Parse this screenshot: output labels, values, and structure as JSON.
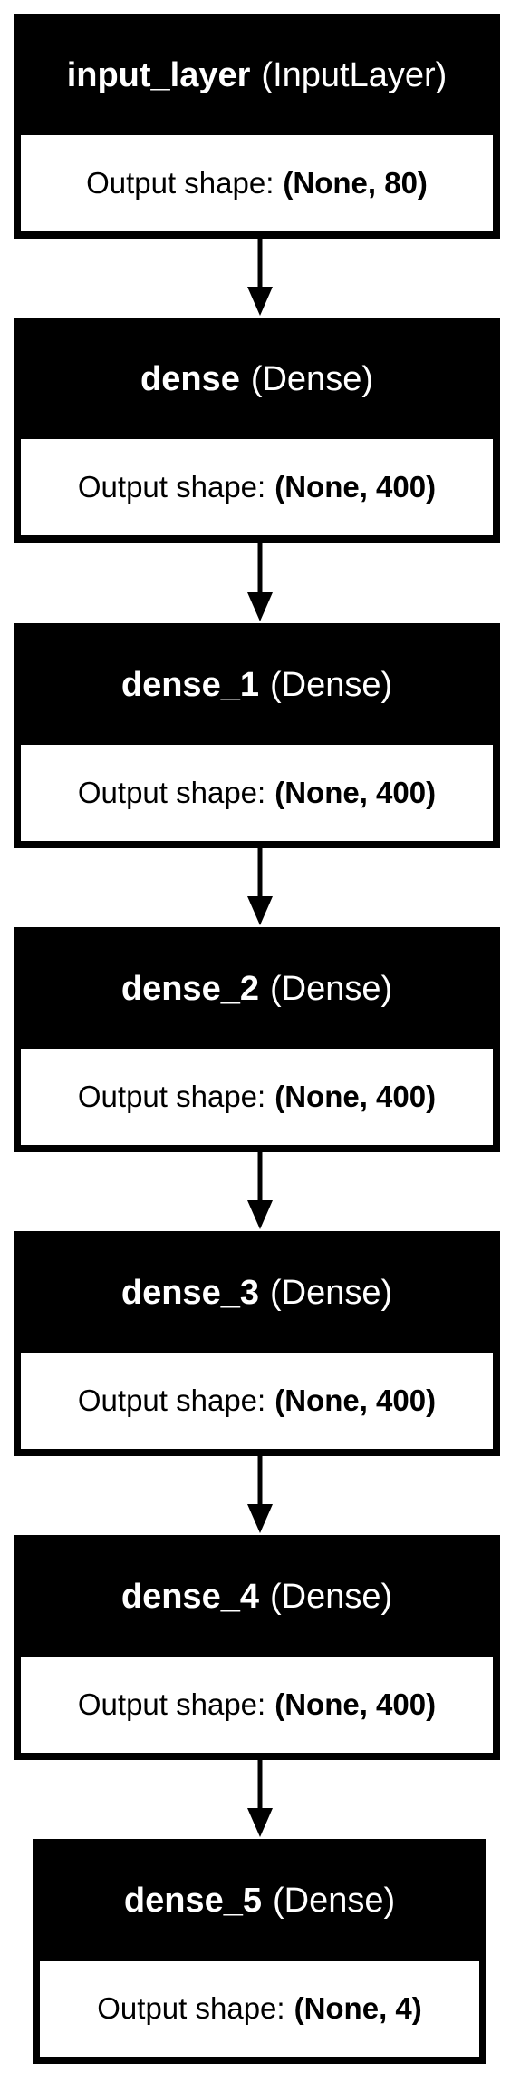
{
  "nodes": [
    {
      "name": "input_layer",
      "type": "(InputLayer)",
      "shape_label": "Output shape:",
      "shape_value": "(None, 80)"
    },
    {
      "name": "dense",
      "type": "(Dense)",
      "shape_label": "Output shape:",
      "shape_value": "(None, 400)"
    },
    {
      "name": "dense_1",
      "type": "(Dense)",
      "shape_label": "Output shape:",
      "shape_value": "(None, 400)"
    },
    {
      "name": "dense_2",
      "type": "(Dense)",
      "shape_label": "Output shape:",
      "shape_value": "(None, 400)"
    },
    {
      "name": "dense_3",
      "type": "(Dense)",
      "shape_label": "Output shape:",
      "shape_value": "(None, 400)"
    },
    {
      "name": "dense_4",
      "type": "(Dense)",
      "shape_label": "Output shape:",
      "shape_value": "(None, 400)"
    },
    {
      "name": "dense_5",
      "type": "(Dense)",
      "shape_label": "Output shape:",
      "shape_value": "(None, 4)"
    }
  ],
  "colors": {
    "header_bg": "#000000",
    "header_text": "#ffffff",
    "body_bg": "#ffffff",
    "border": "#000000",
    "arrow": "#000000"
  }
}
